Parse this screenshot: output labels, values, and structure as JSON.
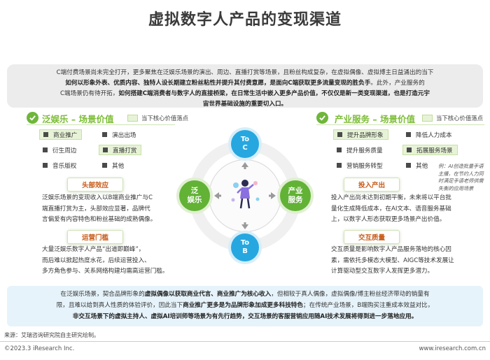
{
  "title": "虚拟数字人产品的变现渠道",
  "intro": {
    "p1": "C端付费场景尚未完全打开，更多聚焦在泛娱乐场景的演出、周边、直播打赏等场景，且粉丝构成复杂，在虚拟偶像、虚拟博主日益涌出的当下",
    "p2_bold": "如何以形象外表、优质内容、独特人设长期建立粉丝粘性并提升其付费意愿，是面向C端获取更多流量变现的胜负手",
    "p2_rest": "。此外，产业服务的",
    "p3_pre": "C端场景仍有待开拓，",
    "p3_bold": "如何搭建C端消费者与数字人的直接桥梁，在日常生活中嵌入更多产品价值，不仅仅是新一类变现渠道，也是打造元宇",
    "p4_bold": "宙世界基础设施的重要切入口。"
  },
  "left": {
    "title": "泛娱乐 – 场景价值",
    "legend": "当下核心价值落点",
    "items": [
      "商业推广",
      "演出出场",
      "衍生周边",
      "直播打赏",
      "音乐版权",
      "其他"
    ],
    "tag1": "头部效应",
    "para1": [
      "泛娱乐场景的变现收入以B端商业推广与C",
      "端直播打赏为主，头部效应显著，品牌代",
      "言偏爱有内容特色和粉丝基础的成熟偶像。"
    ],
    "tag2": "运营门槛",
    "para2": [
      "大量泛娱乐数字人产品“出道即巅峰”，",
      "而后难以掀起热度水花，后续运营投入、",
      "多方角色参与、关系网络构建均需高运营门槛。"
    ]
  },
  "right": {
    "title": "产业服务 – 场景价值",
    "legend": "当下核心价值落点",
    "items": [
      "提升品牌形象",
      "降低人力成本",
      "提升服务质量",
      "拓展服务场景",
      "营销服务转型",
      "其他"
    ],
    "note": [
      "例：AI创造批量手语",
      "主播，在节约人力同",
      "时满足手语老师供需",
      "失衡的应用场景"
    ],
    "tag1": "投入产出",
    "para1": [
      "投入产出尚未达到初期平衡，未来将以平台批",
      "量化生成降低成本，在AI文本、语音服务基础",
      "上，以数字人形态获取更多场景产出价值。"
    ],
    "tag2": "交互质量",
    "para2": [
      "交互质量是影响数字人产品服务落地的核心因",
      "素，需依托多模态大模型、AIGC等技术发展让",
      "计算驱动型交互数字人发挥更多潜力。"
    ]
  },
  "center": {
    "toc": [
      "To",
      "C"
    ],
    "tob": [
      "To",
      "B"
    ],
    "ent": [
      "泛",
      "娱乐"
    ],
    "ind": [
      "产业",
      "服务"
    ]
  },
  "bottom": {
    "l1_a": "在泛娱乐场景，契合品牌形象的",
    "l1_b": "虚拟偶像以获取商业代言、商业推广为核心收入",
    "l1_c": "，但相较于真人偶像，虚拟偶像/博主粉丝经济带动的销量有",
    "l2_a": "限，且难以给到真人性质的体验评价，因此当下",
    "l2_b": "商业推广更多是为品牌形象加成更多科技特色",
    "l2_c": "；在传统产业场景，B端购买注重成本效益对比，",
    "l3": "非交互场景下的虚拟主持人、虚拟AI培训师等场景为有先行趋势，交互场景的客服营销应用随AI技术发展将得到进一步落地应用。"
  },
  "source": "来源：艾瑞咨询研究院自主研究绘制。",
  "copyright": "©2023.3 iResearch Inc.",
  "website": "www.iresearch.com.cn",
  "colors": {
    "green": "#6fb63a",
    "blue": "#27a7e0",
    "orange": "#c75a17"
  }
}
